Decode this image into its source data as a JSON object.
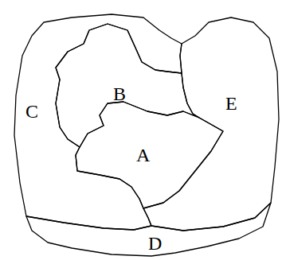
{
  "diagram": {
    "nodes": [
      {
        "text": [
          "B"
        ]
      },
      {
        "text": [
          "C"
        ]
      },
      {
        "text": [
          "E"
        ]
      },
      {
        "text": [
          "A"
        ]
      },
      {
        "text": [
          "D"
        ]
      }
    ]
  }
}
